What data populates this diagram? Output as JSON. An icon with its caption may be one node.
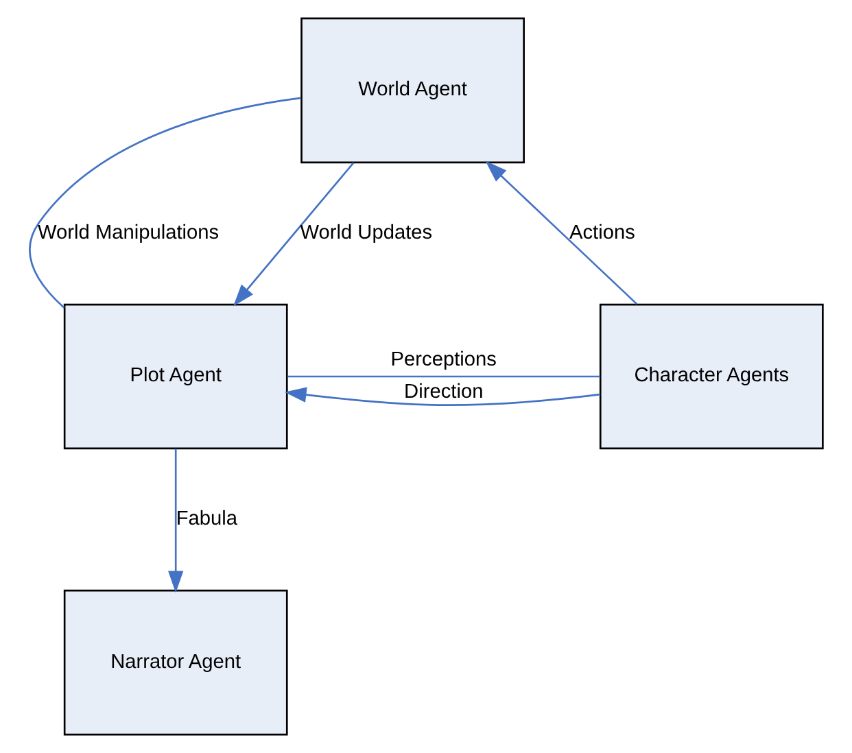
{
  "diagram": {
    "nodes": [
      {
        "text": [
          "World Agent"
        ]
      },
      {
        "text": [
          "Character Agents"
        ]
      },
      {
        "text": [
          "Plot Agent"
        ]
      },
      {
        "text": [
          "Narrator Agent"
        ]
      }
    ],
    "edges": [
      {
        "from": 1,
        "to": 0,
        "arrow": "to",
        "label": "Actions"
      },
      {
        "from": 0,
        "to": 2,
        "arrow": "none",
        "label": "World Manipulations"
      },
      {
        "from": 0,
        "to": 2,
        "arrow": "to",
        "label": "World Updates"
      },
      {
        "from": 1,
        "to": 2,
        "arrow": "to",
        "label": "Direction"
      },
      {
        "from": 2,
        "to": 1,
        "arrow": "none",
        "label": "Perceptions"
      },
      {
        "from": 2,
        "to": 3,
        "arrow": "to",
        "label": "Fabula"
      }
    ]
  }
}
